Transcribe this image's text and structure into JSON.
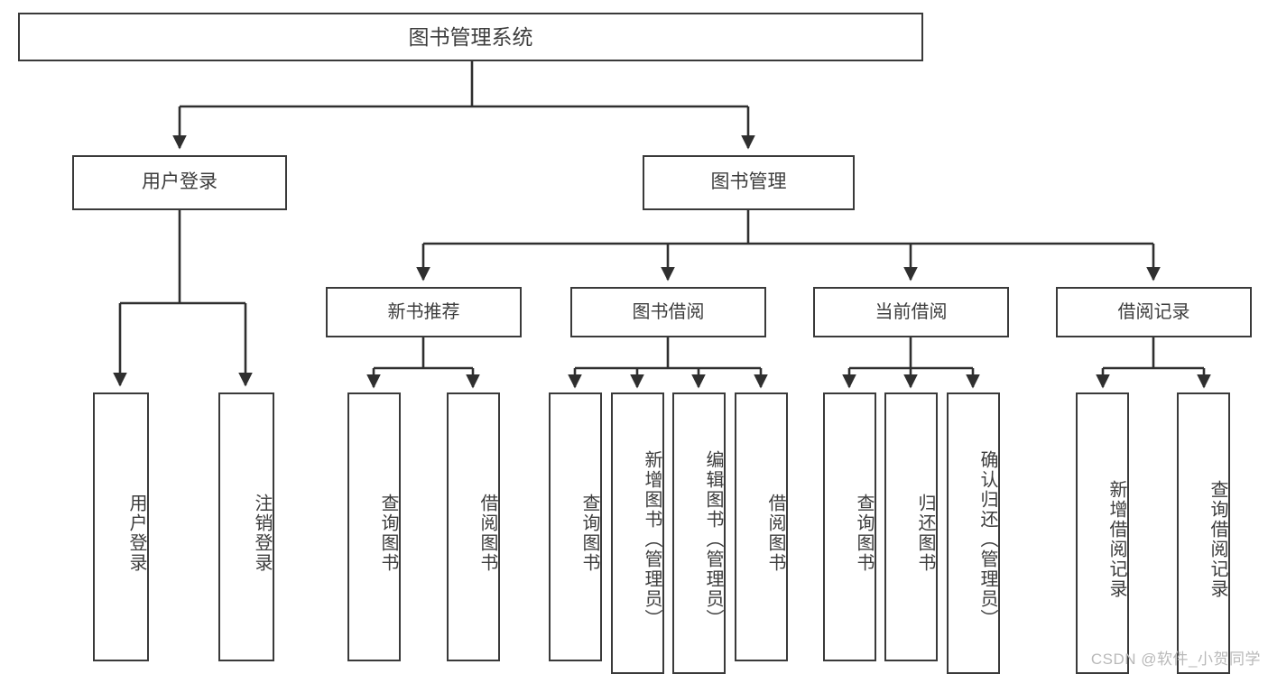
{
  "diagram": {
    "title": "图书管理系统",
    "type": "hierarchy-tree",
    "watermark": "CSDN @软件_小贺同学",
    "colors": {
      "box_border": "#3a3a3a",
      "box_fill": "#ffffff",
      "text": "#3d3d3d",
      "connector": "#2f2f2f",
      "watermark": "#b9b9b9",
      "background": "#ffffff"
    },
    "root": {
      "label": "图书管理系统"
    },
    "level2": [
      {
        "label": "用户登录"
      },
      {
        "label": "图书管理"
      }
    ],
    "level3": [
      {
        "label": "新书推荐"
      },
      {
        "label": "图书借阅"
      },
      {
        "label": "当前借阅"
      },
      {
        "label": "借阅记录"
      }
    ],
    "leaves": {
      "user_login": [
        {
          "label": "用户登录"
        },
        {
          "label": "注销登录"
        }
      ],
      "new_book_recommend": [
        {
          "label": "查询图书"
        },
        {
          "label": "借阅图书"
        }
      ],
      "book_borrow": [
        {
          "label": "查询图书"
        },
        {
          "label": "新增图书（管理员）"
        },
        {
          "label": "编辑图书（管理员）"
        },
        {
          "label": "借阅图书"
        }
      ],
      "current_borrow": [
        {
          "label": "查询图书"
        },
        {
          "label": "归还图书"
        },
        {
          "label": "确认归还（管理员）"
        }
      ],
      "borrow_record": [
        {
          "label": "新增借阅记录"
        },
        {
          "label": "查询借阅记录"
        }
      ]
    }
  }
}
